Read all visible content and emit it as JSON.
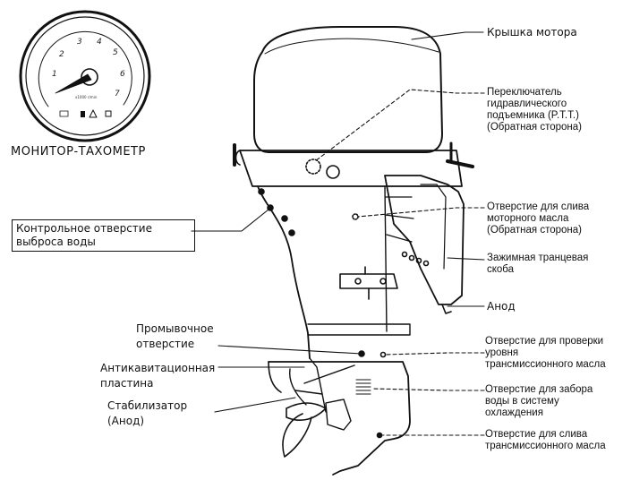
{
  "tachometer": {
    "title": "МОНИТОР-ТАХОМЕТР",
    "dial_numbers": [
      "1",
      "2",
      "3",
      "4",
      "5",
      "6",
      "7"
    ],
    "scale_text": "x1000 r/min"
  },
  "labels": {
    "engine_cover": "Крышка мотора",
    "ptt_switch": [
      "Переключатель",
      "гидравлического",
      "подъемника (P.T.T.)",
      "(Обратная сторона)"
    ],
    "oil_drain": [
      "Отверстие для слива",
      "моторного масла",
      "(Обратная сторона)"
    ],
    "clamp_bracket": [
      "Зажимная транцевая",
      "скоба"
    ],
    "anode": "Анод",
    "water_check": [
      "Контрольное отверстие",
      "выброса воды"
    ],
    "flush_hole": [
      "Промывочное",
      "отверстие"
    ],
    "anticavitation": [
      "Антикавитационная",
      "пластина"
    ],
    "stabilizer": [
      "Стабилизатор",
      "(Анод)"
    ],
    "gear_level": [
      "Отверстие для проверки",
      "уровня",
      "трансмиссионного масла"
    ],
    "water_intake": [
      "Отверстие для забора",
      "воды в  системy",
      "охлаждения"
    ],
    "gear_drain": [
      "Отверстие для слива",
      "трансмиссионного масла"
    ]
  }
}
